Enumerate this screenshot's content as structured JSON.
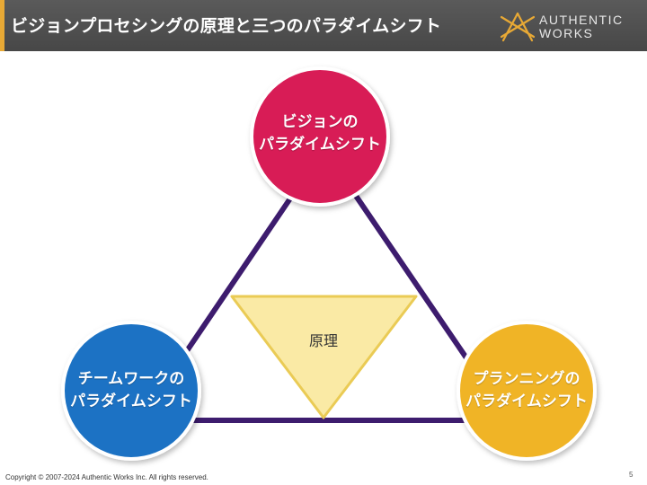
{
  "header": {
    "title": "ビジョンプロセシングの原理と三つのパラダイムシフト",
    "logo": {
      "line1": "AUTHENTIC",
      "line2": "WORKS",
      "icon": "authentic-works-logo-icon"
    }
  },
  "diagram": {
    "center_label": "原理",
    "circles": {
      "top": {
        "line1": "ビジョンの",
        "line2": "パラダイムシフト",
        "color": "#d81b56"
      },
      "left": {
        "line1": "チームワークの",
        "line2": "パラダイムシフト",
        "color": "#1a72c4"
      },
      "right": {
        "line1": "プランニングの",
        "line2": "パラダイムシフト",
        "color": "#f0b428"
      }
    },
    "colors": {
      "triangle_edges": "#3d1c6e",
      "center_fill": "#faeaa5",
      "center_stroke": "#eacb55"
    }
  },
  "footer": {
    "copyright": "Copyright © 2007-2024 Authentic Works Inc. All rights reserved.",
    "page_number": "5"
  }
}
